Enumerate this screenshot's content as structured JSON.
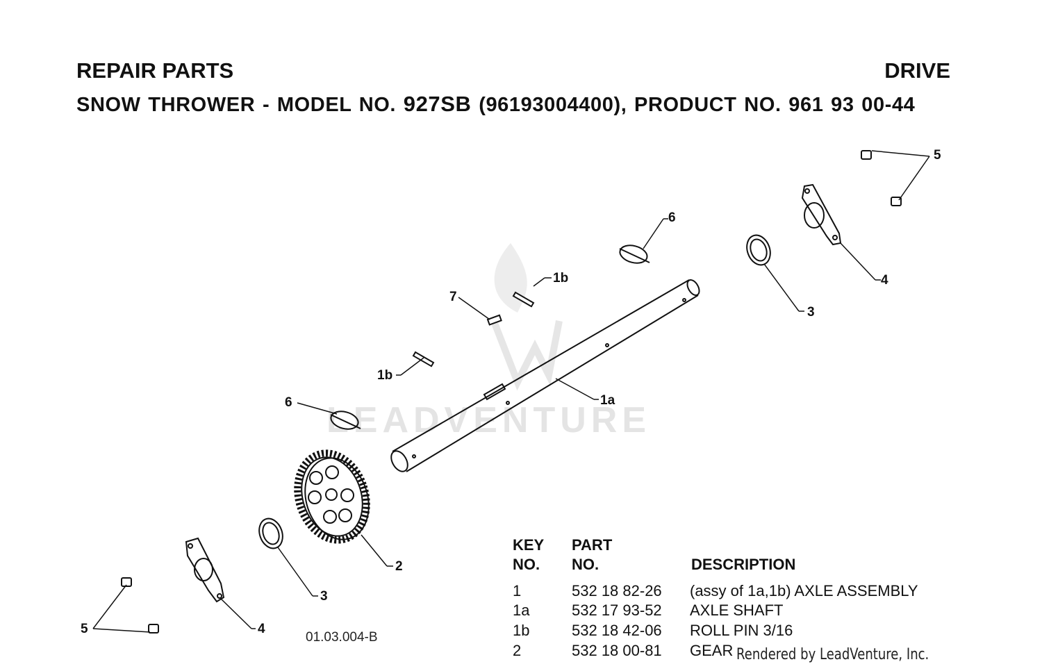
{
  "header": {
    "section": "REPAIR PARTS",
    "category": "DRIVE",
    "model_prefix": "SNOW THROWER - MODEL NO. ",
    "model_no": "927SB",
    "model_suffix": " (96193004400), PRODUCT NO. 961 93 00-44"
  },
  "diagram": {
    "drawing_code": "01.03.004-B",
    "callouts": [
      "5",
      "6",
      "1b",
      "7",
      "4",
      "3",
      "1a",
      "1b",
      "6",
      "2",
      "3",
      "4",
      "5"
    ]
  },
  "parts_table": {
    "headers": {
      "key_line1": "KEY",
      "key_line2": "NO.",
      "part_line1": "PART",
      "part_line2": "NO.",
      "description": "DESCRIPTION"
    },
    "rows": [
      {
        "key": "1",
        "part": "532 18 82-26",
        "description": "(assy of 1a,1b)  AXLE ASSEMBLY"
      },
      {
        "key": "1a",
        "part": "532 17 93-52",
        "description": "AXLE SHAFT"
      },
      {
        "key": "1b",
        "part": "532 18 42-06",
        "description": "ROLL PIN 3/16"
      },
      {
        "key": "2",
        "part": "532 18 00-81",
        "description": "GEAR"
      }
    ]
  },
  "watermark": {
    "text": "LEADVENTURE"
  },
  "footer": {
    "rendered_by": "Rendered by LeadVenture, Inc."
  },
  "colors": {
    "ink": "#111111",
    "watermark": "#e4e4e4",
    "background": "#ffffff"
  }
}
